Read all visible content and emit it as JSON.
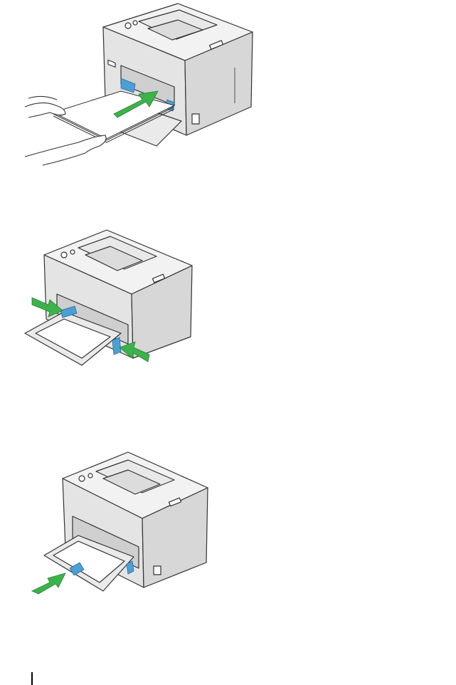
{
  "figures": [
    {
      "icon": "printer-load-paper-illustration"
    },
    {
      "icon": "printer-slide-width-guides-illustration"
    },
    {
      "icon": "printer-slide-length-guide-illustration"
    }
  ],
  "colors": {
    "printer_body": "#e8e8e8",
    "printer_outline": "#333333",
    "arrow_green": "#3cb34a",
    "guide_blue": "#4b9fd5",
    "paper": "#ffffff"
  }
}
